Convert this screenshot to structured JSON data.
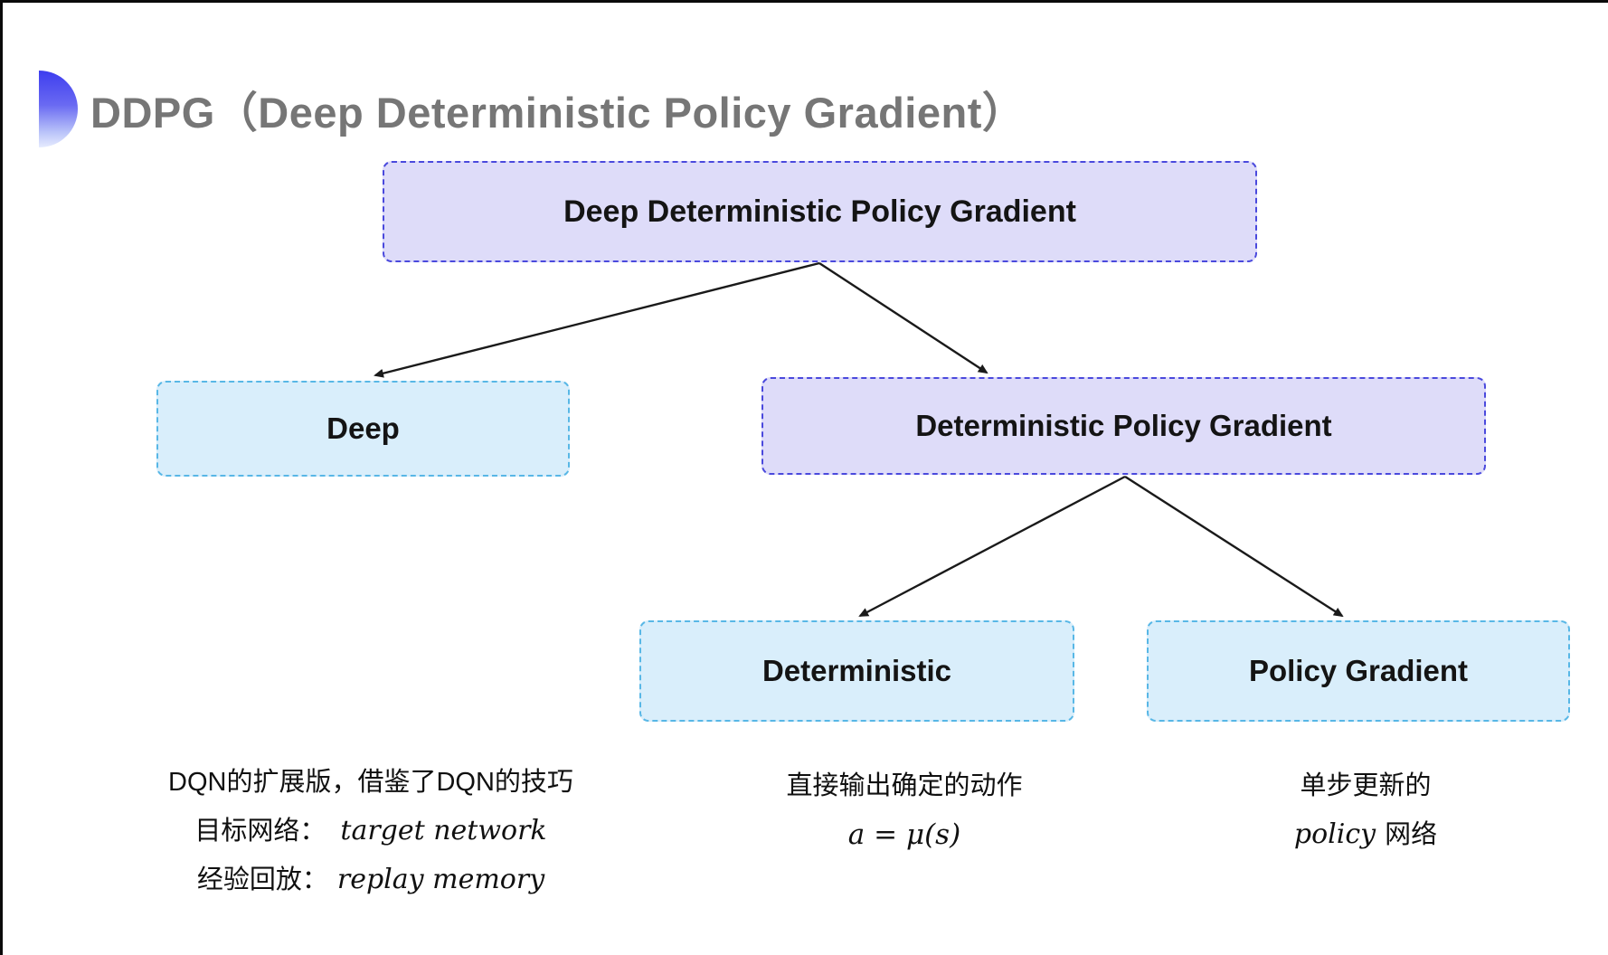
{
  "title": {
    "text": "DDPG（Deep Deterministic Policy Gradient）"
  },
  "diagram": {
    "type": "tree",
    "nodes": {
      "root": {
        "label": "Deep Deterministic Policy Gradient",
        "style": "purple"
      },
      "deep": {
        "label": "Deep",
        "style": "blue"
      },
      "dpg": {
        "label": "Deterministic Policy Gradient",
        "style": "purple"
      },
      "deterministic": {
        "label": "Deterministic",
        "style": "blue"
      },
      "policy_gradient": {
        "label": "Policy Gradient",
        "style": "blue"
      }
    },
    "edges": [
      {
        "from": "root",
        "to": "deep"
      },
      {
        "from": "root",
        "to": "dpg"
      },
      {
        "from": "dpg",
        "to": "deterministic"
      },
      {
        "from": "dpg",
        "to": "policy_gradient"
      }
    ]
  },
  "notes": {
    "deep": {
      "line1": "DQN的扩展版，借鉴了DQN的技巧",
      "line2_cn": "目标网络：",
      "line2_en": "target network",
      "line3_cn": "经验回放：",
      "line3_en": "replay memory"
    },
    "deterministic": {
      "line1": "直接输出确定的动作",
      "formula": "a = μ(s)"
    },
    "policy_gradient": {
      "line1": "单步更新的",
      "line2_en": "policy",
      "line2_cn": "网络"
    }
  },
  "colors": {
    "purple_fill": "#dedcf9",
    "purple_border": "#4a49dd",
    "blue_fill": "#d9eefb",
    "blue_border": "#58b7e6",
    "title_gray": "#767676",
    "text_black": "#141414",
    "icon_gradient_top": "#3d3def",
    "icon_gradient_bottom": "#e6ebfe",
    "arrow": "#1a1a1a"
  }
}
